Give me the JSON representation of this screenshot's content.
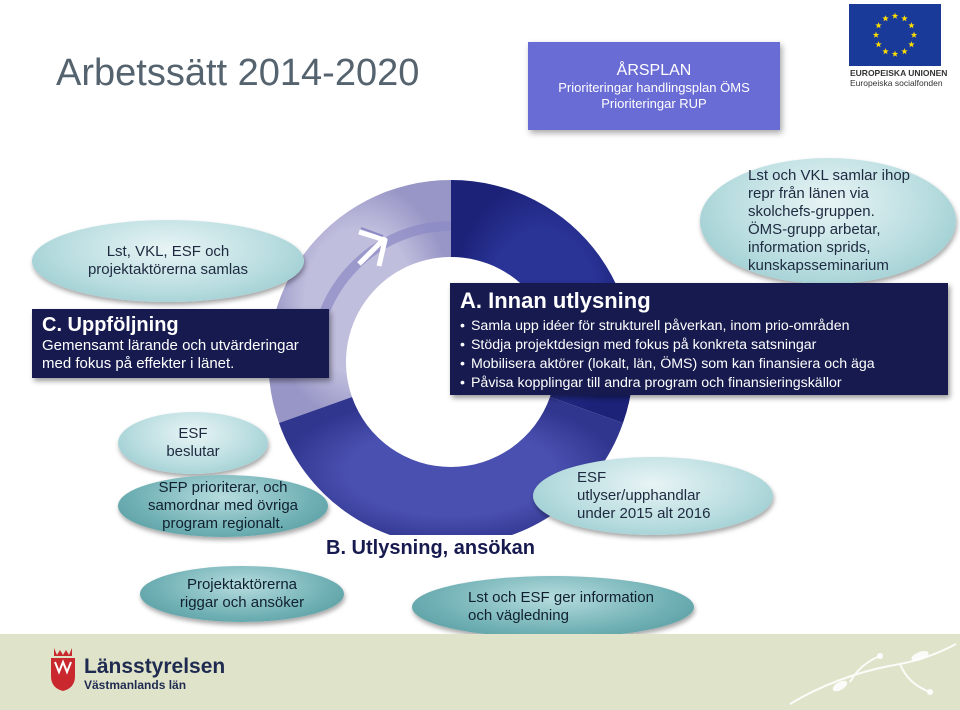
{
  "title": "Arbetssätt 2014-2020",
  "arsplan": {
    "heading": "ÅRSPLAN",
    "line1": "Prioriteringar handlingsplan ÖMS",
    "line2": "Prioriteringar RUP"
  },
  "eu_logo": {
    "line1": "EUROPEISKA UNIONEN",
    "line2": "Europeiska socialfonden"
  },
  "bubbles": {
    "lst_vkl": [
      "Lst, VKL, ESF och",
      "projektaktörerna samlas"
    ],
    "oms": [
      "Lst och VKL samlar ihop",
      "repr från länen via",
      "skolchefs-gruppen.",
      "ÖMS-grupp arbetar,",
      "information sprids,",
      "kunskapsseminarium"
    ],
    "esf_beslutar": [
      "ESF",
      "beslutar"
    ],
    "sfp": [
      "SFP prioriterar, och",
      "samordnar med övriga",
      "program regionalt."
    ],
    "projekt": [
      "Projektaktörerna",
      "riggar och ansöker"
    ],
    "esf_utlyser": [
      "ESF",
      "utlyser/upphandlar",
      "under 2015 alt 2016"
    ],
    "lst_esf_info": [
      "Lst och ESF ger information",
      "och vägledning"
    ]
  },
  "phase_c": {
    "heading": "C. Uppföljning",
    "text": [
      "Gemensamt lärande och utvärderingar",
      "med fokus på effekter i länet."
    ]
  },
  "phase_a": {
    "heading": "A. Innan utlysning",
    "bullets": [
      "Samla upp idéer för strukturell påverkan, inom prio-områden",
      "Stödja projektdesign med fokus på konkreta satsningar",
      "Mobilisera aktörer (lokalt, län, ÖMS) som kan finansiera och äga",
      "Påvisa kopplingar till andra program och finansieringskällor"
    ]
  },
  "phase_b": {
    "heading": "B. Utlysning, ansökan"
  },
  "footer": {
    "org_name": "Länsstyrelsen",
    "org_sub": "Västmanlands län"
  },
  "colors": {
    "ring_top_left": "#a8a6d0",
    "ring_right": "#232a8a",
    "ring_bottom": "#3a3f9e",
    "arsplan_bg": "#6a6cd6",
    "dark_box": "#161a4e",
    "footer_bg": "#dfe3c9"
  }
}
